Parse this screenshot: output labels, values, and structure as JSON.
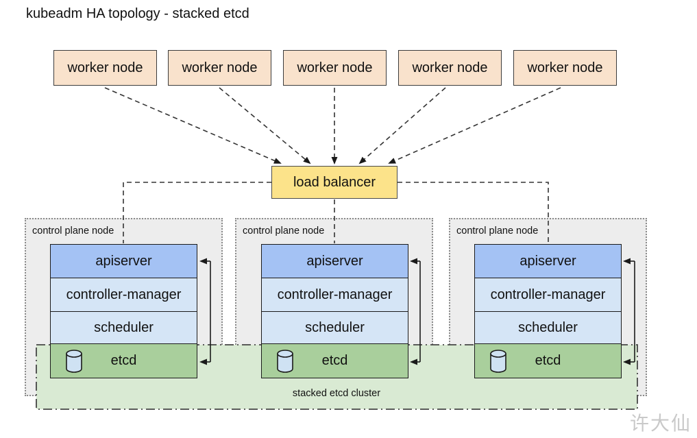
{
  "title": "kubeadm HA topology - stacked etcd",
  "worker_nodes": [
    "worker node",
    "worker node",
    "worker node",
    "worker node",
    "worker node"
  ],
  "load_balancer": {
    "label": "load balancer"
  },
  "control_planes": [
    {
      "label": "control plane node",
      "components": [
        "apiserver",
        "controller-manager",
        "scheduler",
        "etcd"
      ]
    },
    {
      "label": "control plane node",
      "components": [
        "apiserver",
        "controller-manager",
        "scheduler",
        "etcd"
      ]
    },
    {
      "label": "control plane node",
      "components": [
        "apiserver",
        "controller-manager",
        "scheduler",
        "etcd"
      ]
    }
  ],
  "stacked_etcd_cluster": {
    "label": "stacked etcd cluster"
  },
  "watermark": "许大仙",
  "icons": {
    "etcd_icon": "database-cylinder"
  },
  "colors": {
    "worker_fill": "#f9e2cc",
    "load_balancer_fill": "#fce38a",
    "apiserver_fill": "#a4c2f4",
    "component_fill": "#d5e5f6",
    "etcd_fill": "#a9cf9c",
    "etcd_cluster_fill": "#d9ead3",
    "control_plane_fill": "#ededed",
    "line": "#333333"
  }
}
